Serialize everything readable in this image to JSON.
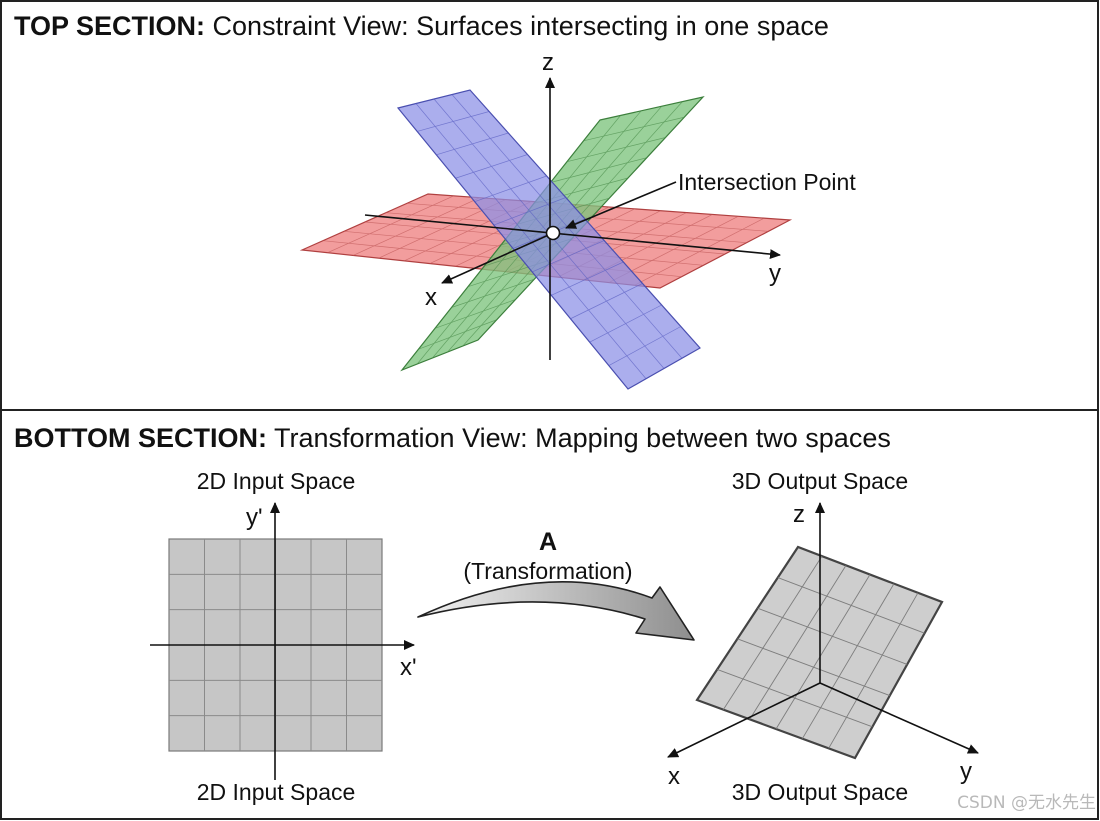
{
  "top_section": {
    "title_bold": "TOP SECTION:",
    "title_rest": " Constraint View: Surfaces intersecting in one space",
    "annotation": "Intersection Point",
    "axes": {
      "z": "z",
      "y": "y",
      "x": "x"
    }
  },
  "bottom_section": {
    "title_bold": "BOTTOM SECTION:",
    "title_rest": " Transformation View: Mapping between two spaces",
    "input_space": {
      "label_top": "2D Input Space",
      "label_bottom": "2D Input Space",
      "axes": {
        "y": "y'",
        "x": "x'"
      }
    },
    "transformation": {
      "symbol": "A",
      "caption": "(Transformation)"
    },
    "output_space": {
      "label_top": "3D Output Space",
      "label_bottom": "3D Output Space",
      "axes": {
        "z": "z",
        "x": "x",
        "y": "y"
      }
    }
  },
  "watermark": "CSDN @无水先生",
  "colors": {
    "blue_plane": "#8b8fe6",
    "green_plane": "#7ec47e",
    "red_plane": "#f08c8c",
    "gray_plane": "#c6c6c6",
    "border": "#222222"
  }
}
